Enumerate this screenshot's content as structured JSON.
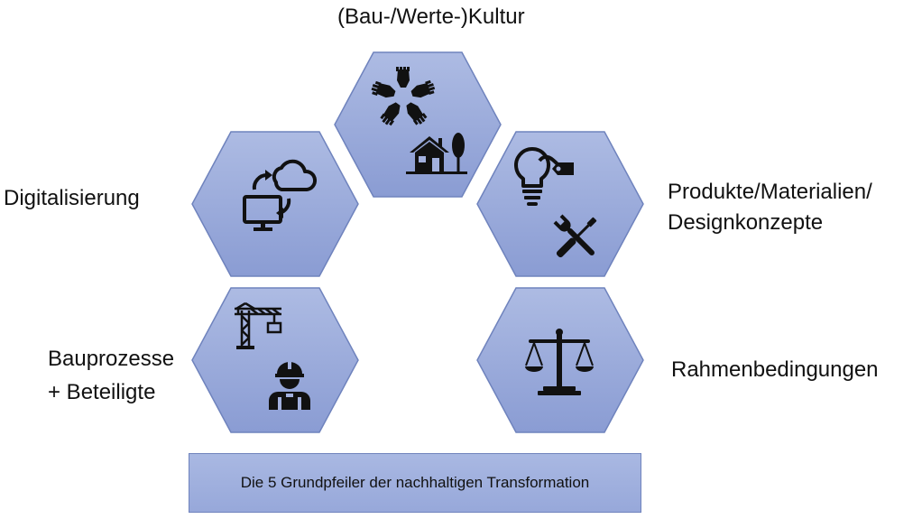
{
  "pillars": [
    {
      "id": "kultur",
      "label": "(Bau-/Werte-)Kultur",
      "icons": [
        "hands-circle-icon",
        "house-tree-icon"
      ]
    },
    {
      "id": "digital",
      "label": "Digitalisierung",
      "icons": [
        "cloud-sync-monitor-icon"
      ]
    },
    {
      "id": "produkte",
      "label_line1": "Produkte/Materialien/",
      "label_line2": "Designkonzepte",
      "icons": [
        "lightbulb-tag-icon",
        "tools-icon"
      ]
    },
    {
      "id": "bauprozesse",
      "label_line1": "Bauprozesse",
      "label_line2": "+ Beteiligte",
      "icons": [
        "crane-icon",
        "construction-worker-icon"
      ]
    },
    {
      "id": "rahmen",
      "label": "Rahmenbedingungen",
      "icons": [
        "scales-icon"
      ]
    }
  ],
  "banner": {
    "text": "Die 5 Grundpfeiler der nachhaltigen Transformation"
  },
  "colors": {
    "hex_fill_top": "#a8b6e1",
    "hex_fill_bottom": "#8b9dd3",
    "hex_stroke": "#6f83bd",
    "icon": "#111111"
  }
}
